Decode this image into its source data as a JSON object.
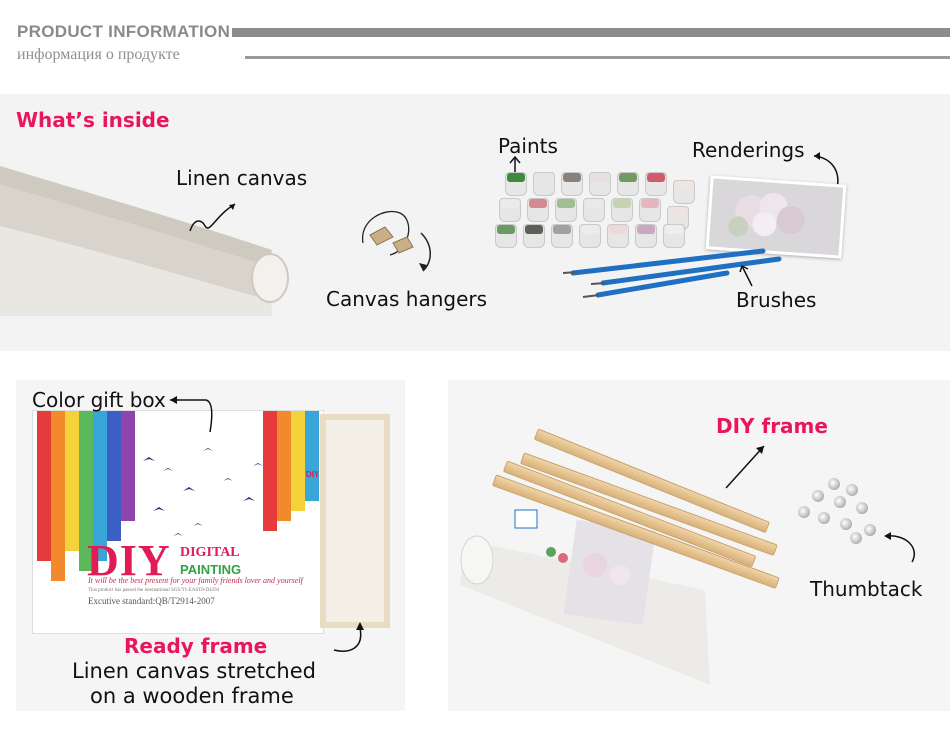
{
  "header": {
    "title": "PRODUCT INFORMATION",
    "subtitle": "информация о продукте"
  },
  "section": {
    "whats_inside": "What’s inside"
  },
  "top_panel": {
    "linen_canvas": "Linen canvas",
    "canvas_hangers": "Canvas hangers",
    "paints": "Paints",
    "renderings": "Renderings",
    "brushes": "Brushes"
  },
  "bottom_left": {
    "color_gift_box": "Color gift box",
    "ready_frame": "Ready frame",
    "desc_line1": "Linen canvas stretched",
    "desc_line2": "on a wooden frame",
    "box_diy": "DIY",
    "box_digital": "DIGITAL",
    "box_painting": "PAINTING",
    "box_tagline": "It will be the best present for your family friends lover and yourself",
    "box_small": "This product has passed the international SGS/T1-EAST8-D4294",
    "box_standard": "Excutive standard:QB/T2914-2007"
  },
  "bottom_right": {
    "diy_frame": "DIY frame",
    "thumbtack": "Thumbtack"
  },
  "colors": {
    "accent_pink": "#e8175d",
    "header_gray": "#8c8c8c",
    "brush_blue": "#1f6fc3"
  }
}
